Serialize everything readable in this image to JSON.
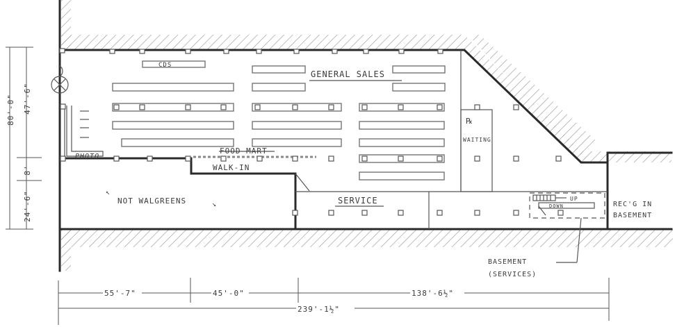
{
  "drawing": {
    "type": "architectural floor plan sketch",
    "colors": {
      "wall": "#2a2a2a",
      "line": "#555555",
      "hatch": "#9a9a9a",
      "text": "#3a3a3a",
      "background": "#ffffff"
    }
  },
  "labels": {
    "cds": "CDS",
    "general_sales": "GENERAL SALES",
    "photo": "PHOTO",
    "food_mart": "FOOD MART",
    "walk_in": "WALK-IN",
    "not_walgreens": "NOT WALGREENS",
    "service": "SERVICE",
    "rx_line1": "℞",
    "rx_line2": "WAITING",
    "stair_up": "UP",
    "stair_down": "DOWN",
    "recv_line1": "REC'G IN",
    "recv_line2": "BASEMENT",
    "basement_line1": "BASEMENT",
    "basement_line2": "(SERVICES)"
  },
  "dimensions": {
    "left_total": "80'-0\"",
    "left_upper": "47'-6\"",
    "left_middle": "8'",
    "left_lower": "24'-6\"",
    "bottom_seg1": "55'-7\"",
    "bottom_seg2": "45'-0\"",
    "bottom_seg3": "138'-6½\"",
    "bottom_total": "239'-1½\""
  },
  "icons": {
    "entrance": "circle-x-symbol"
  }
}
